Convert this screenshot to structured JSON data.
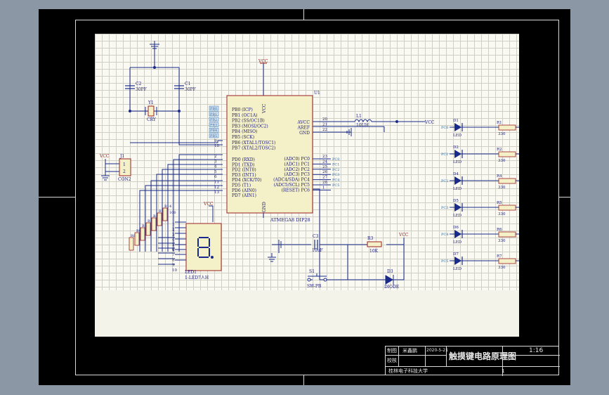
{
  "title_block": {
    "row1_label": "制图",
    "row1_name": "米鑫鹏",
    "row1_date": "2020-5-21",
    "row2_label": "校核",
    "drawing_title": "触摸键电路原理图",
    "scale": "1:16",
    "institution": "桂林电子科技大学",
    "sheet": "1"
  },
  "schematic": {
    "mcu": {
      "designator": "U1",
      "part": "ATMEGA8 DIP28",
      "vcc_pin": "VCC",
      "gnd_pin": "GND",
      "left_pins_top": [
        "PB0 (ICP)",
        "PB1 (OC1A)",
        "PB2 (SS/OC1B)",
        "PB3 (MOSI/OC2)",
        "PB4 (MISO)",
        "PB5 (SCK)",
        "PB6 (XTAL1/TOSC1)",
        "PB7 (XTAL2/TOSC2)"
      ],
      "left_pins_bottom": [
        "PD0 (RXD)",
        "PD1 (TXD)",
        "PD2 (INT0)",
        "PD3 (INT1)",
        "PD4 (XCK/T0)",
        "PD5 (T1)",
        "PD6 (AIN0)",
        "PD7 (AIN1)"
      ],
      "left_nets": [
        "PB0",
        "PB1",
        "PB2",
        "PB3",
        "PB4",
        "PB5"
      ],
      "left_pin_numbers_top": [
        "9",
        "10"
      ],
      "left_pin_numbers_bottom": [
        "2",
        "3",
        "4",
        "5",
        "6",
        "11",
        "12",
        "13"
      ],
      "right_pins_top": [
        "AVCC",
        "AREF",
        "GND"
      ],
      "right_pin_numbers_top": [
        "20",
        "21",
        "22"
      ],
      "right_pins_bottom": [
        "(ADC0) PC0",
        "(ADC1) PC1",
        "(ADC2) PC2",
        "(ADC3) PC3",
        "(ADC4/SDA) PC4",
        "(ADC5/SCL) PC5",
        "(RESET) PC6"
      ],
      "right_pin_numbers_bottom": [
        "23",
        "24",
        "25",
        "26",
        "27",
        "28",
        "1"
      ],
      "right_nets": [
        "PC0",
        "PC1",
        "PC2",
        "PC3",
        "PC4",
        "PC5"
      ]
    },
    "vcc": "VCC",
    "crystal": {
      "designator": "Y1",
      "value": "CRY"
    },
    "c2": {
      "designator": "C2",
      "value": "30PF"
    },
    "c1": {
      "designator": "C1",
      "value": "30PF"
    },
    "connector": {
      "designator": "J1",
      "part": "CON2",
      "pins": [
        "1",
        "2"
      ]
    },
    "inductor": {
      "designator": "L1",
      "value": "10UH"
    },
    "reset": {
      "cap": {
        "designator": "C3",
        "value": "10uF"
      },
      "res": {
        "designator": "R3",
        "value": "10K"
      },
      "switch": {
        "designator": "S1",
        "part": "SW-PB"
      },
      "diode": {
        "designator": "D3",
        "part": "DIODE"
      }
    },
    "resistor_array": {
      "value": "100",
      "labels": [
        "R8",
        "R9",
        "R10",
        "R11",
        "R12",
        "R13",
        "R14"
      ]
    },
    "display": {
      "designator": "LED1",
      "part": "1-LED7人H",
      "pins": [
        "1",
        "2",
        "3",
        "4",
        "5",
        "6",
        "7",
        "8",
        "9",
        "10"
      ]
    },
    "leds": [
      {
        "net": "PC0",
        "led": "D1",
        "led_label": "LED",
        "res": "R1",
        "value": "330"
      },
      {
        "net": "PC1",
        "led": "D2",
        "led_label": "LED",
        "res": "R2",
        "value": "330"
      },
      {
        "net": "PC2",
        "led": "D4",
        "led_label": "LED",
        "res": "R4",
        "value": "330"
      },
      {
        "net": "PC3",
        "led": "D5",
        "led_label": "LED",
        "res": "R5",
        "value": "330"
      },
      {
        "net": "PC4",
        "led": "D6",
        "led_label": "LED",
        "res": "R6",
        "value": "330"
      },
      {
        "net": "PC5",
        "led": "D7",
        "led_label": "LED",
        "res": "R7",
        "value": "330"
      }
    ]
  },
  "colors": {
    "frame": "#000000",
    "sheet": "#fafaf2",
    "grid": "#cfcfc3",
    "wire": "#1a2a8a",
    "part_body": "#f4f0c8",
    "part_border": "#9a2020",
    "designator": "#1a1a7a",
    "net_label": "#2a6aa8",
    "led": "#1a2a8a"
  }
}
